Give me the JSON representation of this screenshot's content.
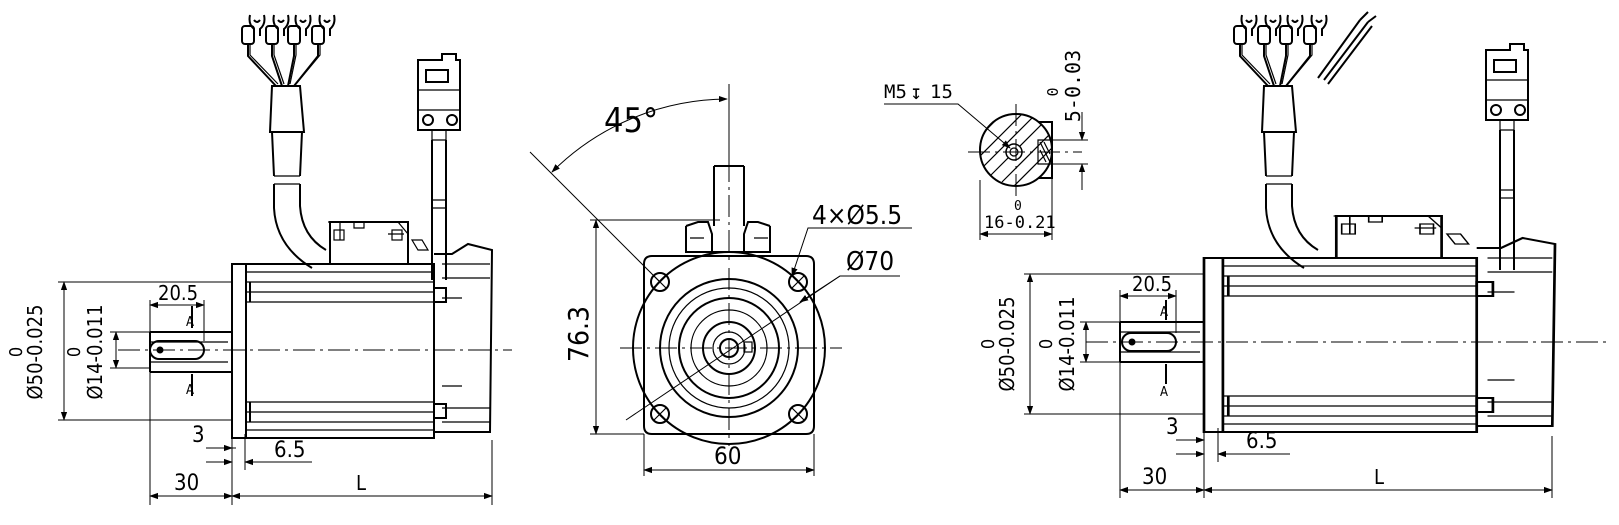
{
  "colors": {
    "line": "#000000",
    "background": "#ffffff"
  },
  "left_view": {
    "dim_20_5": "20.5",
    "section_mark_a": "A",
    "dia_50_zero": "0",
    "dia_50": "Ø50-0.025",
    "dia_14_zero": "0",
    "dia_14": "Ø14-0.011",
    "dim_3": "3",
    "dim_6_5": "6.5",
    "dim_30": "30",
    "dim_L": "L"
  },
  "front_view": {
    "angle_45": "45°",
    "hole_4x": "4×Ø5.5",
    "pcd_70": "Ø70",
    "height_76_3": "76.3",
    "width_60": "60"
  },
  "section_view": {
    "thread_spec": "M5",
    "depth_symbol": "↧",
    "thread_depth": "15",
    "key_zero": "0",
    "key_width": "5-0.03",
    "key_height_zero": "0",
    "key_height": "16-0.21"
  },
  "right_view": {
    "dim_20_5": "20.5",
    "section_mark_a": "A",
    "dia_50_zero": "0",
    "dia_50": "Ø50-0.025",
    "dia_14_zero": "0",
    "dia_14": "Ø14-0.011",
    "dim_3": "3",
    "dim_6_5": "6.5",
    "dim_30": "30",
    "dim_L": "L"
  }
}
